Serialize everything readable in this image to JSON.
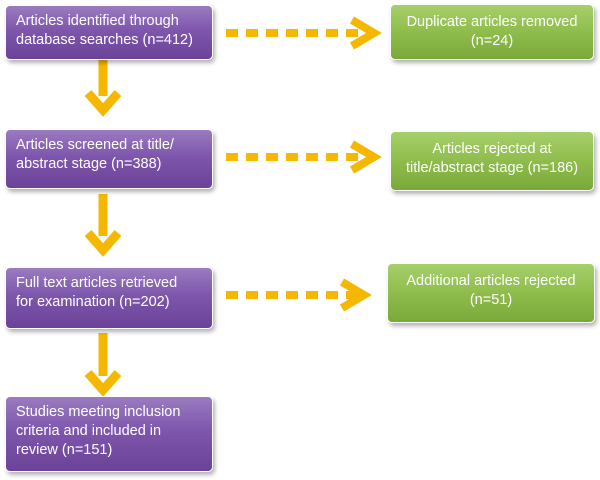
{
  "colors": {
    "arrow": "#f5b700",
    "main_box": "#7e57ad",
    "side_box": "#8fbd4c"
  },
  "main_flow": [
    {
      "lines": [
        "Articles identified through",
        "database searches (n=412)"
      ]
    },
    {
      "lines": [
        "Articles screened at title/",
        "abstract stage (n=388)"
      ]
    },
    {
      "lines": [
        "Full text articles retrieved",
        "for examination (n=202)"
      ]
    },
    {
      "lines": [
        "Studies meeting inclusion",
        "criteria and included in",
        "review (n=151)"
      ]
    }
  ],
  "side_boxes": [
    {
      "lines": [
        "Duplicate articles removed",
        "(n=24)"
      ]
    },
    {
      "lines": [
        "Articles rejected at",
        "title/abstract stage (n=186)"
      ]
    },
    {
      "lines": [
        "Additional articles rejected",
        "(n=51)"
      ]
    }
  ]
}
